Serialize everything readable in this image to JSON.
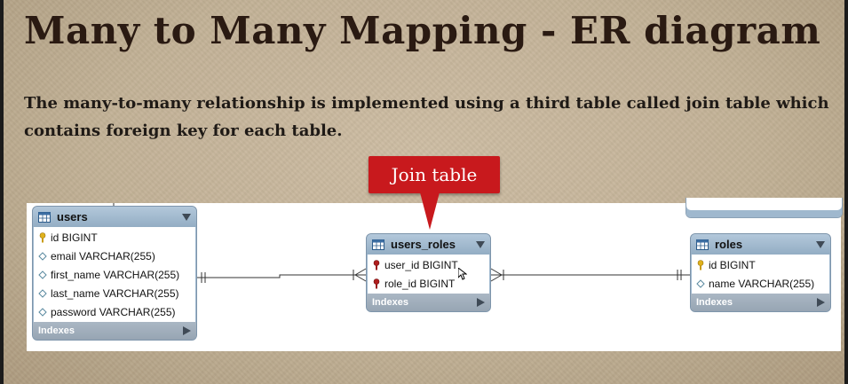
{
  "slide": {
    "title": "Many to Many Mapping - ER diagram",
    "description": "The many-to-many relationship is implemented using a third table called join table which contains foreign key for each table."
  },
  "callout": {
    "label": "Join table",
    "color": "#c8191d"
  },
  "entities": {
    "users": {
      "name": "users",
      "columns": [
        {
          "icon": "primary-key-icon",
          "text": "id BIGINT"
        },
        {
          "icon": "column-diamond-icon",
          "text": "email VARCHAR(255)"
        },
        {
          "icon": "column-diamond-icon",
          "text": "first_name VARCHAR(255)"
        },
        {
          "icon": "column-diamond-icon",
          "text": "last_name VARCHAR(255)"
        },
        {
          "icon": "column-diamond-icon",
          "text": "password VARCHAR(255)"
        }
      ],
      "footer": "Indexes"
    },
    "users_roles": {
      "name": "users_roles",
      "columns": [
        {
          "icon": "foreign-key-icon",
          "text": "user_id BIGINT"
        },
        {
          "icon": "foreign-key-icon",
          "text": "role_id BIGINT"
        }
      ],
      "footer": "Indexes"
    },
    "roles": {
      "name": "roles",
      "columns": [
        {
          "icon": "primary-key-icon",
          "text": "id BIGINT"
        },
        {
          "icon": "column-diamond-icon",
          "text": "name VARCHAR(255)"
        }
      ],
      "footer": "Indexes"
    }
  },
  "colors": {
    "entity_header": "#9fb8ce",
    "primary_key": "#e0b21c",
    "foreign_key": "#b01e1e",
    "title_text": "#2a1a12"
  }
}
